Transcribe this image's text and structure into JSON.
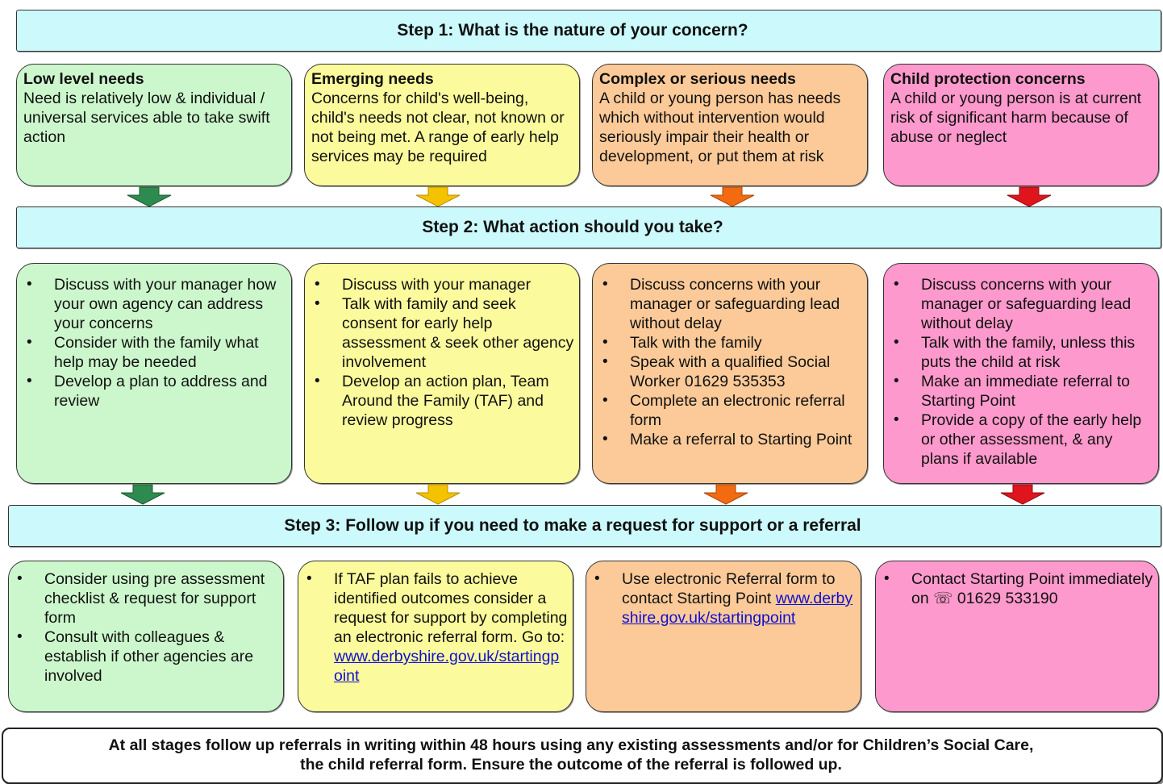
{
  "steps": {
    "step1": "Step 1: What is the nature of your concern?",
    "step2": "Step 2: What action should you take?",
    "step3": "Step 3: Follow up if you need to make a request for support or a referral"
  },
  "colors": {
    "step_bg": "#ccf9fb",
    "low": "#ccf7cc",
    "emerging": "#fbfa9c",
    "complex": "#fcca98",
    "protection": "#fd99cc",
    "arrow_low": "#2e8b4f",
    "arrow_emerging": "#f5c200",
    "arrow_complex": "#f26b10",
    "arrow_protection": "#e0141c"
  },
  "needs": [
    {
      "title": "Low level needs",
      "text": "Need is relatively low & individual / universal services able to take swift action"
    },
    {
      "title": "Emerging needs",
      "text": "Concerns for child's well-being, child's needs not clear, not known or not being met. A range of early help services may be required"
    },
    {
      "title": "Complex or serious needs",
      "text": "A child or young person has needs which without intervention would seriously impair their health or development, or put them at risk"
    },
    {
      "title": "Child protection concerns",
      "text": "A child or young person is at current risk of significant harm because of abuse or neglect"
    }
  ],
  "actions": [
    [
      "Discuss with your manager how your own agency can address your concerns",
      "Consider with the family what help may be needed",
      "Develop a plan to address and review"
    ],
    [
      "Discuss with your manager",
      "Talk with family and seek consent for early help assessment & seek other agency involvement",
      "Develop an action plan, Team Around the Family (TAF) and review progress"
    ],
    [
      "Discuss concerns with your manager or safeguarding lead without delay",
      "Talk with the family",
      "Speak with a qualified Social Worker 01629 535353",
      "Complete an electronic referral form",
      "Make a referral to Starting Point"
    ],
    [
      "Discuss concerns with your manager or safeguarding lead without delay",
      "Talk with the family, unless this puts the child at risk",
      "Make an immediate referral to Starting Point",
      "Provide a copy of the early help or other assessment, & any plans if available"
    ]
  ],
  "followup": {
    "low": [
      "Consider using pre assessment checklist & request for support form",
      "Consult with colleagues & establish if other agencies are involved"
    ],
    "emerging_text": "If TAF plan fails to achieve identified outcomes consider a request for support by completing an electronic referral form. Go to:",
    "emerging_link": "www.derbyshire.gov.uk/startingpoint",
    "complex_text": "Use electronic Referral form to contact Starting Point",
    "complex_link": "www.derbyshire.gov.uk/startingpoint",
    "protection_text": "Contact Starting Point immediately on ☏ 01629 533190"
  },
  "footer": {
    "line1": "At all stages follow up referrals in writing within 48 hours using any existing assessments and/or for Children’s Social Care,",
    "line2": "the child referral form. Ensure the outcome of the referral is followed up."
  }
}
